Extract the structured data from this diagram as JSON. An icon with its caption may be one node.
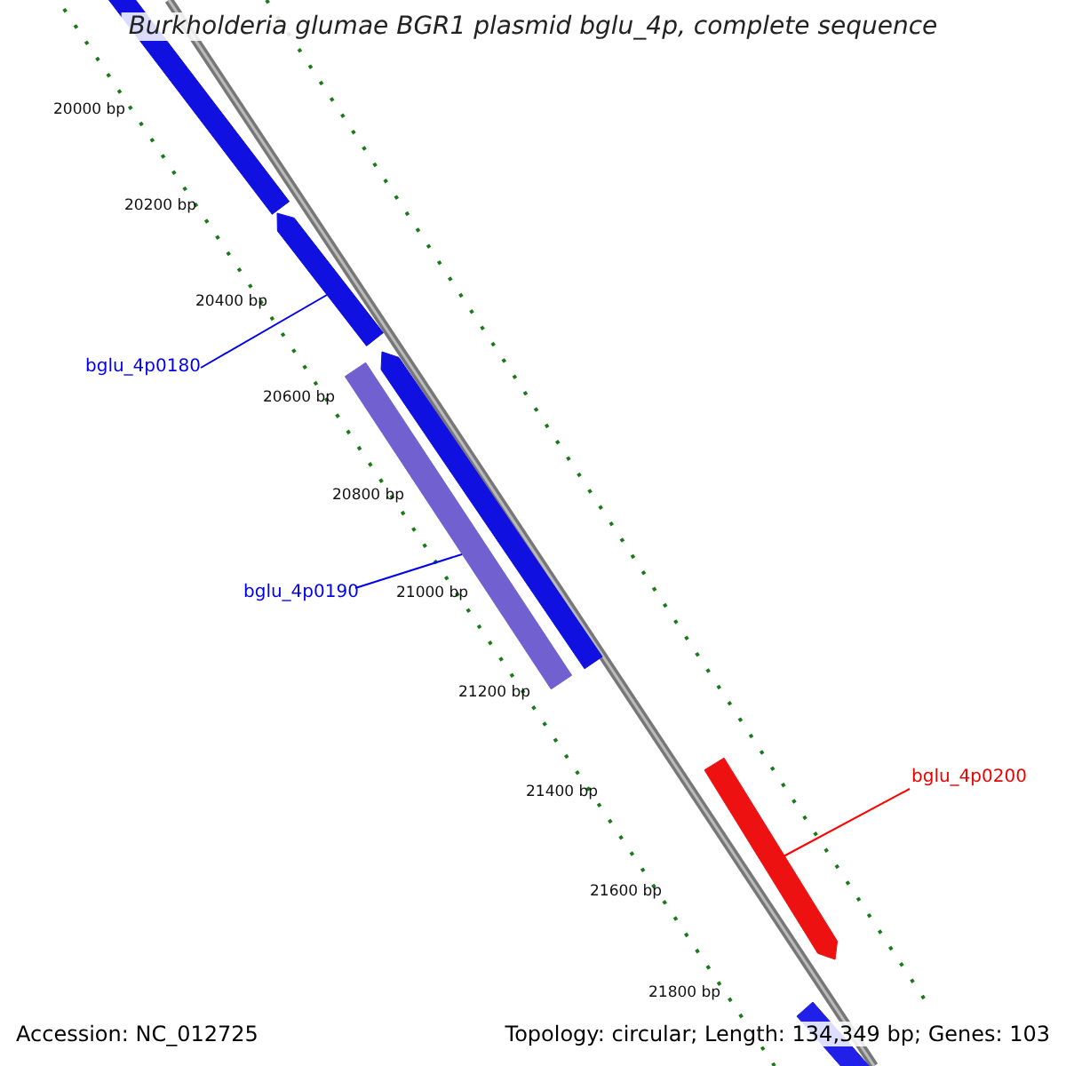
{
  "diagram": {
    "title": "Burkholderia glumae BGR1 plasmid bglu_4p, complete sequence",
    "nodes": [
      {
        "text": [
          "bglu_4p0180"
        ]
      },
      {
        "text": [],
        "shape": "arrow"
      },
      {
        "text": [
          "bglu_4p0190"
        ]
      },
      {
        "text": [],
        "shape": "arrow"
      },
      {
        "text": [
          "bglu_4p0200"
        ]
      },
      {
        "text": [],
        "shape": "arrow"
      }
    ],
    "edges": [
      {
        "from": 0,
        "to": 1,
        "arrow": "none"
      },
      {
        "from": 2,
        "to": 3,
        "arrow": "none"
      },
      {
        "from": 4,
        "to": 5,
        "arrow": "none",
        "color": "#ff0000"
      }
    ],
    "labels": [
      "20000 bp",
      "20200 bp",
      "20400 bp",
      "20600 bp",
      "20800 bp",
      "21000 bp",
      "21200 bp",
      "21400 bp",
      "21600 bp",
      "21800 bp",
      "Accession: NC_012725",
      "Topology: circular; Length: 134,349 bp; Genes: 103"
    ]
  }
}
